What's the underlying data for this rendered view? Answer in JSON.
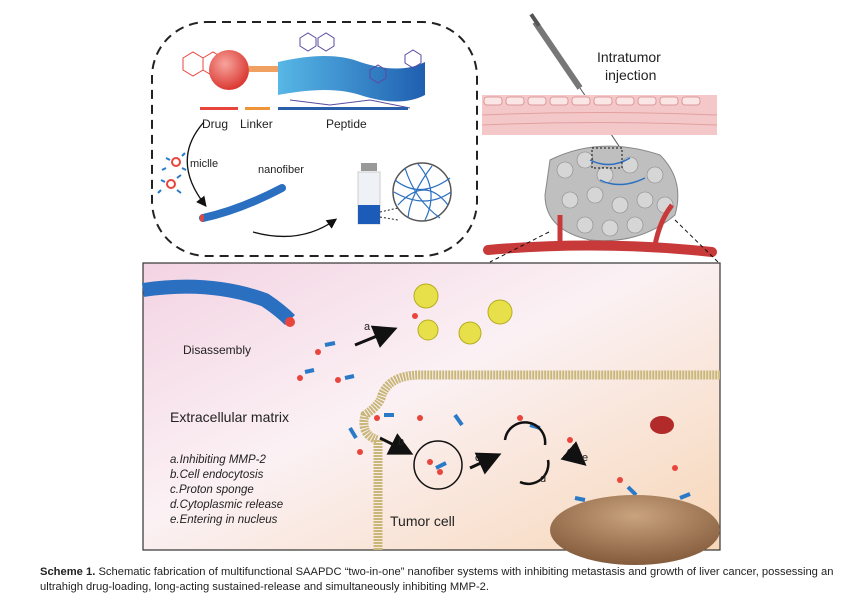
{
  "synthesis_panel": {
    "drug_label": "Drug",
    "linker_label": "Linker",
    "peptide_label": "Peptide",
    "micelle_label": "miclle",
    "nanofiber_label": "nanofiber"
  },
  "injection_panel": {
    "title_line1": "Intratumor",
    "title_line2": "injection"
  },
  "cell_panel": {
    "disassembly_label": "Disassembly",
    "ecm_label": "Extracellular matrix",
    "tumor_cell_label": "Tumor cell",
    "step_letters": [
      "a",
      "b",
      "c",
      "d",
      "e"
    ],
    "legend": [
      "a.Inhibiting MMP-2",
      "b.Cell endocytosis",
      "c.Proton sponge",
      "d.Cytoplasmic release",
      "e.Entering in nucleus"
    ]
  },
  "caption": {
    "label": "Scheme 1.",
    "text": " Schematic fabrication of multifunctional SAAPDC “two-in-one” nanofiber systems with inhibiting metastasis and growth of liver cancer, possessing an ultrahigh drug-loading, long-acting sustained-release and simultaneously inhibiting MMP-2."
  },
  "colors": {
    "drug": "#e8453c",
    "linker": "#f0943a",
    "peptide": "#2a6fc0",
    "membrane": "#c9b77a",
    "vessel": "#c83a3a",
    "panel_pink": "#f6dde8",
    "panel_peach": "#f8dcc0"
  }
}
